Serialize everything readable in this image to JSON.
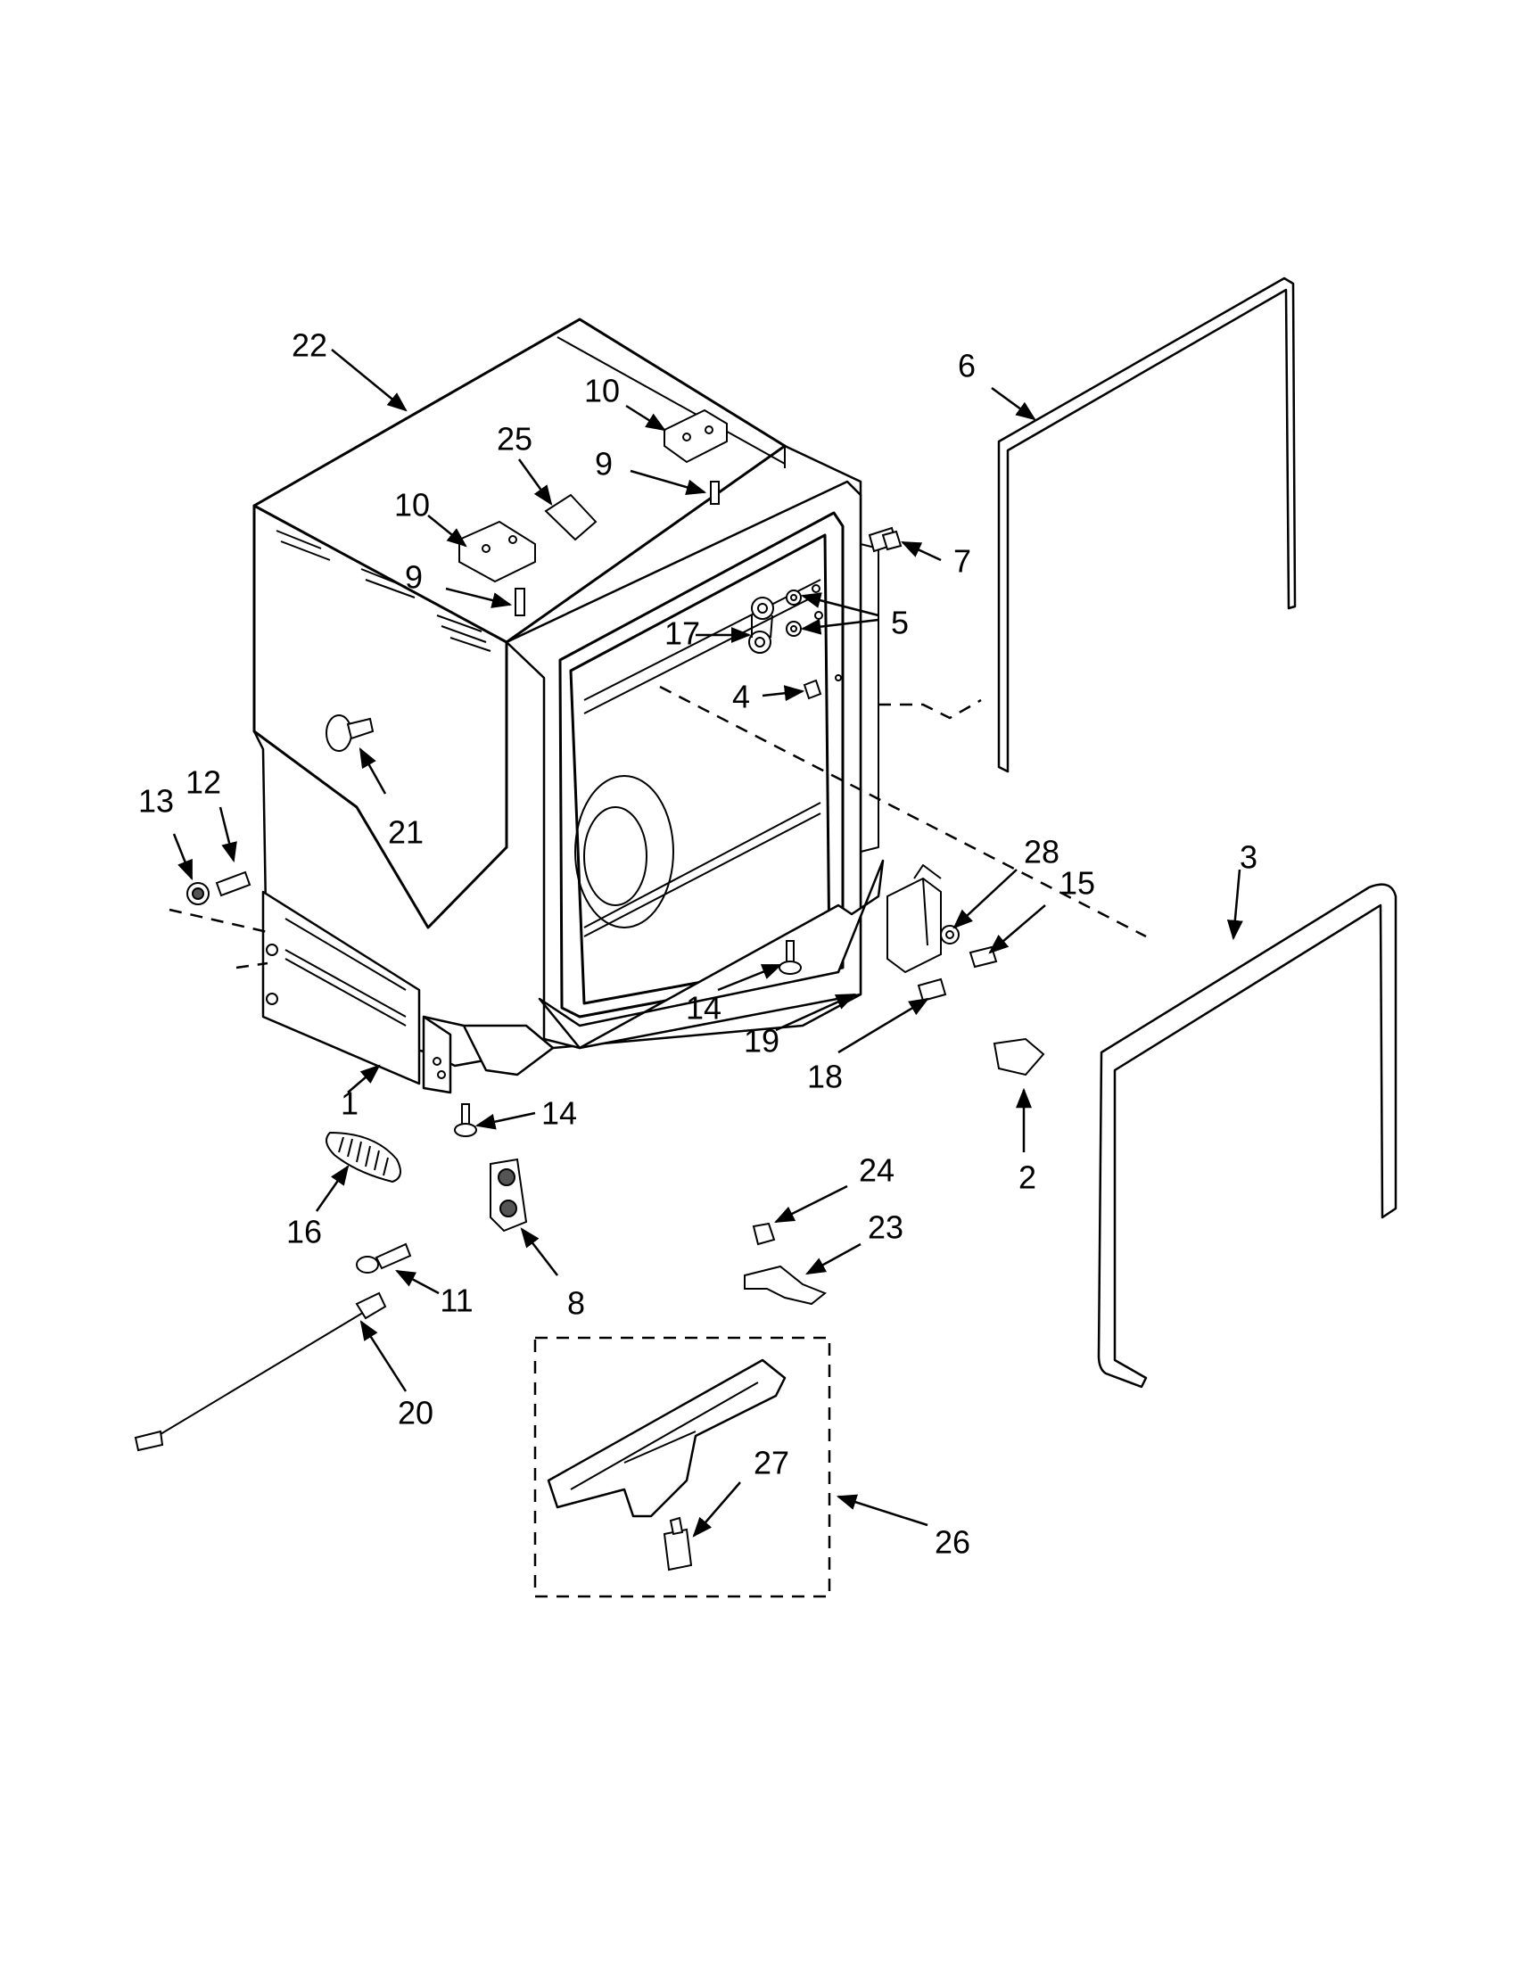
{
  "labels": {
    "l22": "22",
    "l10a": "10",
    "l25": "25",
    "l9a": "9",
    "l10b": "10",
    "l9b": "9",
    "l6": "6",
    "l7": "7",
    "l5": "5",
    "l17": "17",
    "l4": "4",
    "l21": "21",
    "l13": "13",
    "l12": "12",
    "l28": "28",
    "l15": "15",
    "l3": "3",
    "l14a": "14",
    "l19": "19",
    "l18": "18",
    "l1": "1",
    "l14b": "14",
    "l2": "2",
    "l16": "16",
    "l24": "24",
    "l23": "23",
    "l11": "11",
    "l8": "8",
    "l20": "20",
    "l27": "27",
    "l26": "26"
  }
}
